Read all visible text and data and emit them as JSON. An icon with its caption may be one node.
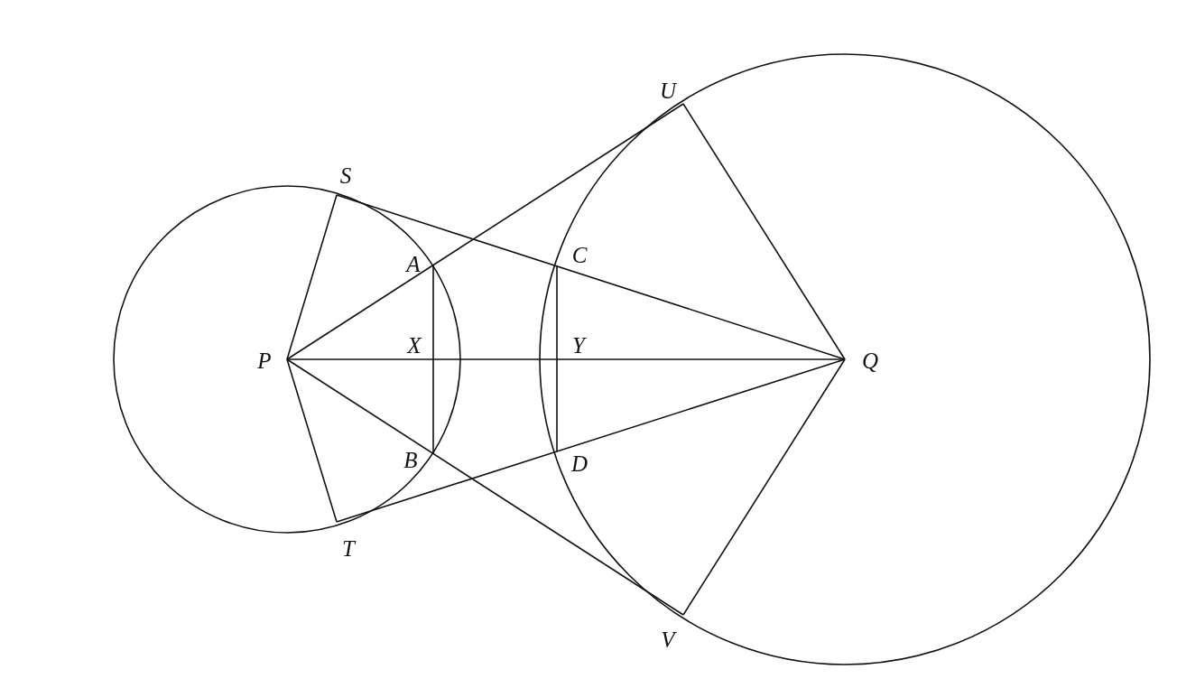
{
  "diagram": {
    "nodes": [
      {
        "text": [
          "S"
        ]
      },
      {
        "text": [
          "U"
        ]
      },
      {
        "text": [
          "A"
        ]
      },
      {
        "text": [
          "C"
        ]
      },
      {
        "text": [
          "P"
        ]
      },
      {
        "text": [
          "X"
        ]
      },
      {
        "text": [
          "Y"
        ]
      },
      {
        "text": [
          "Q"
        ]
      },
      {
        "text": [
          "B"
        ]
      },
      {
        "text": [
          "D"
        ]
      },
      {
        "text": [
          "T"
        ]
      },
      {
        "text": [
          "V"
        ]
      }
    ],
    "edges": [
      {
        "from": 4,
        "to": 0,
        "arrow": "none"
      },
      {
        "from": 4,
        "to": 10,
        "arrow": "none"
      },
      {
        "from": 4,
        "to": 1,
        "arrow": "none"
      },
      {
        "from": 4,
        "to": 11,
        "arrow": "none"
      },
      {
        "from": 4,
        "to": 7,
        "arrow": "none"
      },
      {
        "from": 0,
        "to": 7,
        "arrow": "none"
      },
      {
        "from": 10,
        "to": 7,
        "arrow": "none"
      },
      {
        "from": 1,
        "to": 7,
        "arrow": "none"
      },
      {
        "from": 11,
        "to": 7,
        "arrow": "none"
      },
      {
        "from": 2,
        "to": 8,
        "arrow": "none"
      },
      {
        "from": 3,
        "to": 9,
        "arrow": "none"
      }
    ]
  }
}
